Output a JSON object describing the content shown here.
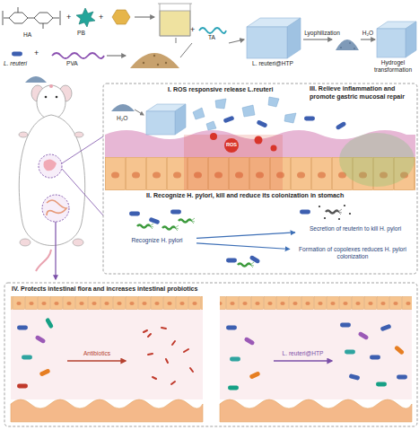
{
  "diagram": {
    "nodes": [
      {
        "text": [
          "I. ROS responsive release L.reuteri",
          "II. Recognize H. pylori, kill and reduce its colonization in stomach",
          "III. Relieve inflammation and promote gastric mucosal repair"
        ]
      },
      {
        "text": [
          "Recognize H. pylori"
        ],
        "in": 0
      },
      {
        "text": [
          "Secretion of reuterin to kill H. pylori"
        ],
        "in": 0
      },
      {
        "text": [
          "Formation of copolexes reduces H. pylori colonization"
        ],
        "in": 0
      },
      {
        "text": [
          "IV. Protects intestinal flora and increases intestinal probiotics"
        ]
      }
    ],
    "edges": [
      {
        "from": 1,
        "to": 2,
        "arrow": "to"
      },
      {
        "from": 1,
        "to": 3,
        "arrow": "to"
      }
    ],
    "labels": [
      "HA",
      "+",
      "PB",
      "+",
      "TA",
      "+",
      "L. reuteri",
      "+",
      "PVA",
      "L. reuteri@HTP",
      "Lyophilization",
      "H₂O",
      "Hydrogel transformation",
      "H₂O",
      "ROS",
      "Antibiotics",
      "L. reuteri@HTP"
    ]
  }
}
